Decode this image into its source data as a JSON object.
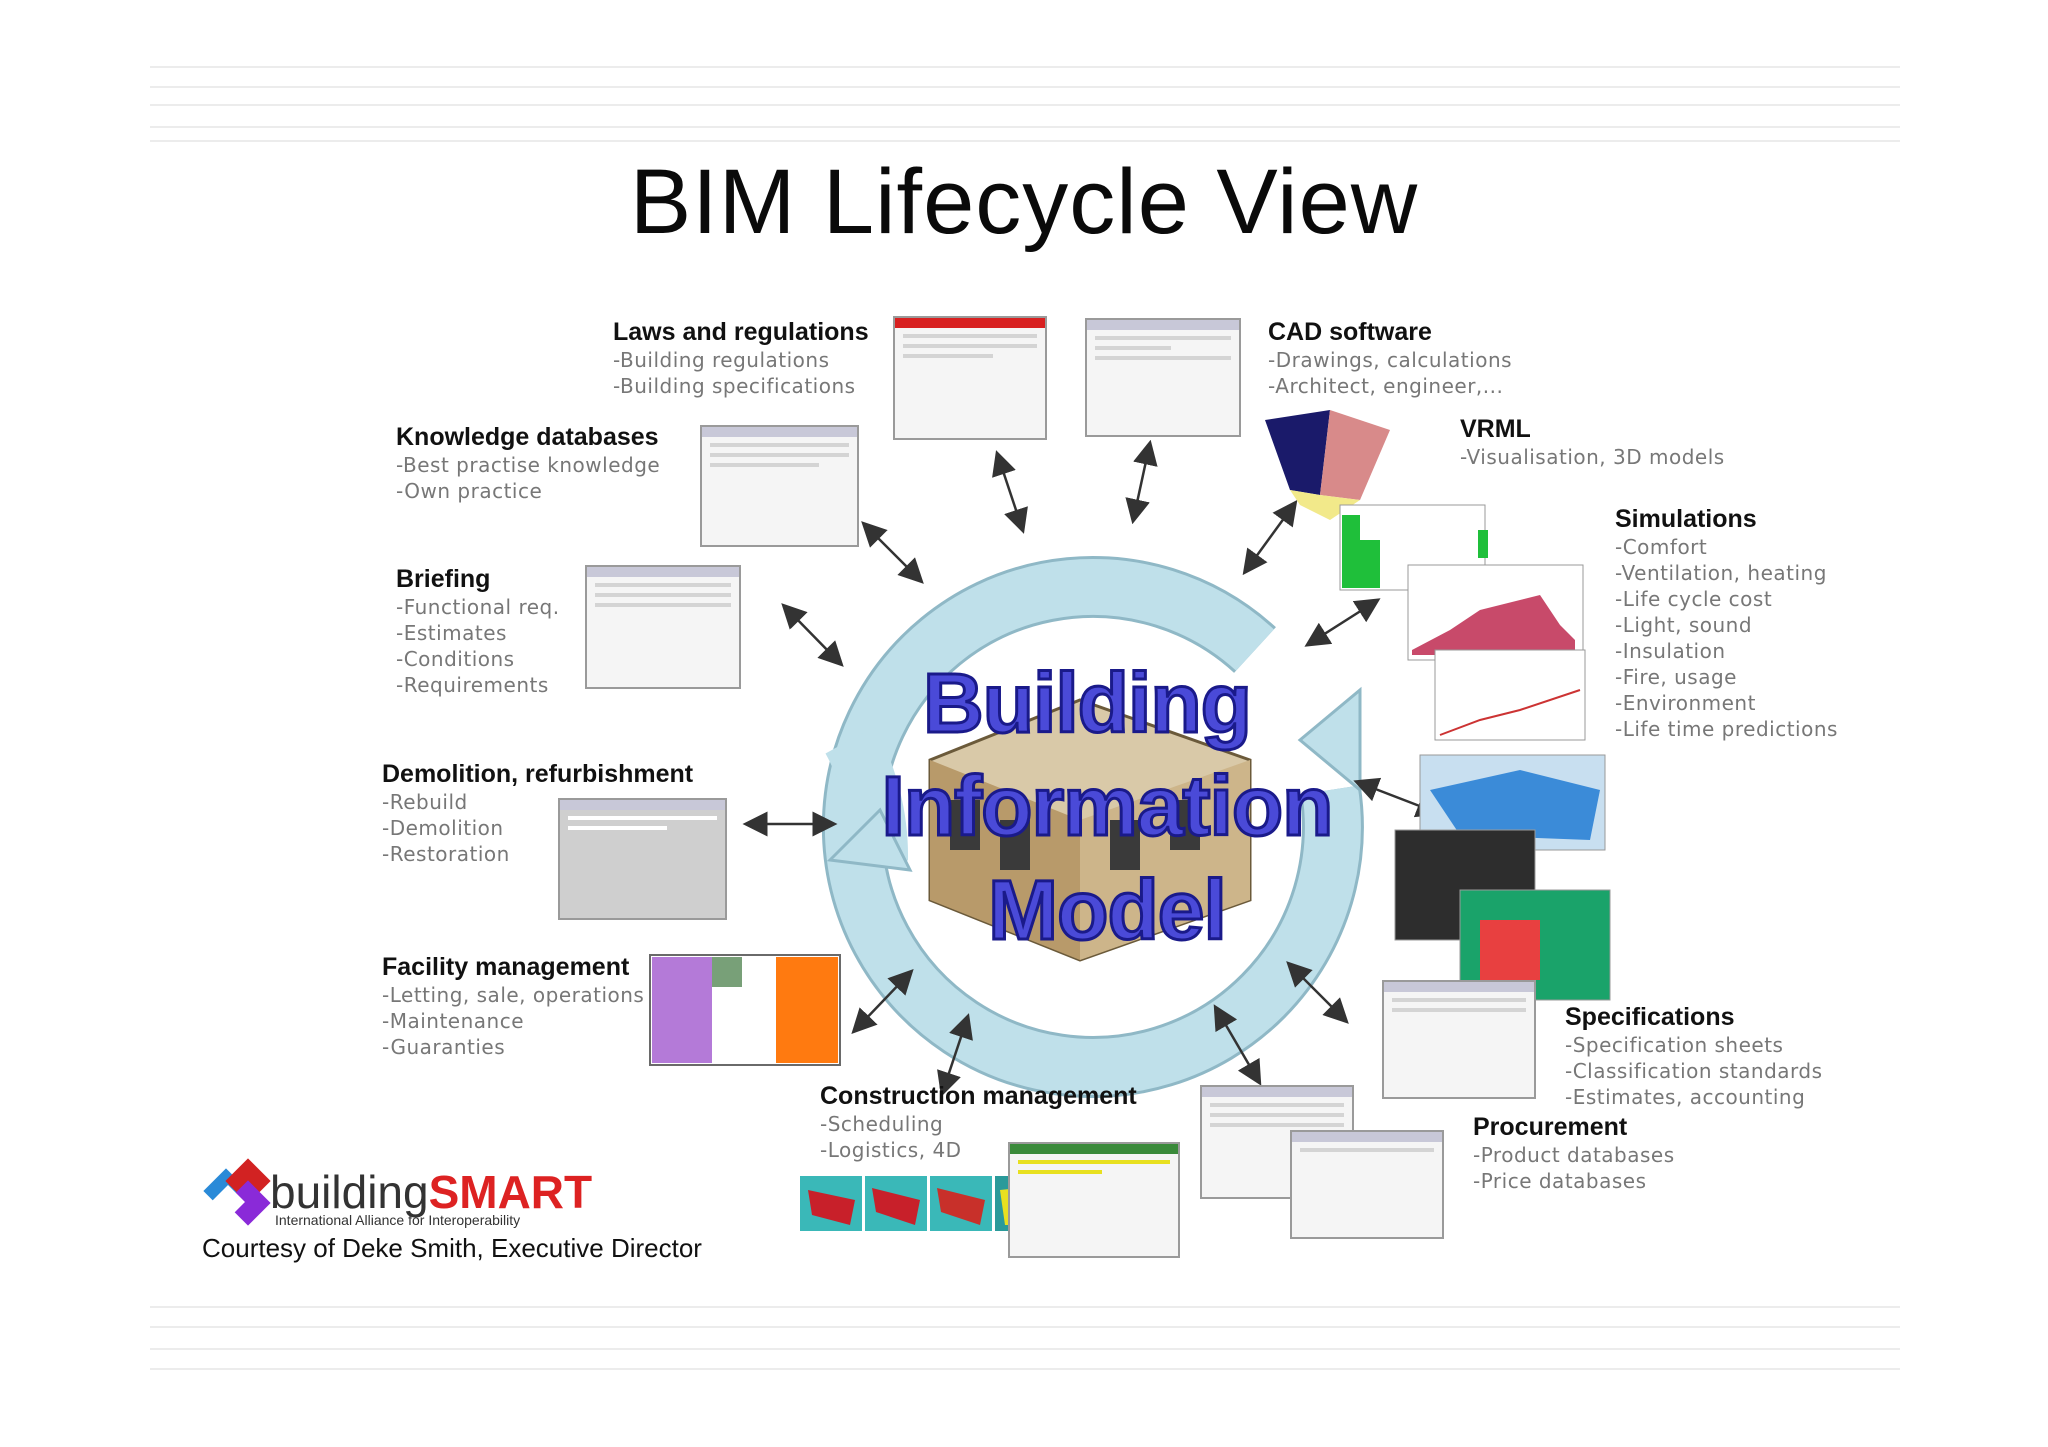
{
  "title": "BIM Lifecycle View",
  "center": {
    "line1": "Building",
    "line2": "Information",
    "line3": "Model"
  },
  "groups": {
    "laws": {
      "heading": "Laws and regulations",
      "items": [
        "-Building regulations",
        "-Building specifications"
      ]
    },
    "cad": {
      "heading": "CAD software",
      "items": [
        "-Drawings, calculations",
        "-Architect, engineer,..."
      ]
    },
    "vrml": {
      "heading": "VRML",
      "items": [
        "-Visualisation, 3D models"
      ]
    },
    "knowledge": {
      "heading": "Knowledge databases",
      "items": [
        "-Best practise knowledge",
        "-Own practice"
      ]
    },
    "simulations": {
      "heading": "Simulations",
      "items": [
        "-Comfort",
        "-Ventilation, heating",
        "-Life cycle cost",
        "-Light, sound",
        "-Insulation",
        "-Fire, usage",
        "-Environment",
        "-Life time predictions"
      ]
    },
    "briefing": {
      "heading": "Briefing",
      "items": [
        "-Functional req.",
        "-Estimates",
        "-Conditions",
        "-Requirements"
      ]
    },
    "demolition": {
      "heading": "Demolition, refurbishment",
      "items": [
        "-Rebuild",
        "-Demolition",
        "-Restoration"
      ]
    },
    "facility": {
      "heading": "Facility management",
      "items": [
        "-Letting, sale, operations",
        "-Maintenance",
        "-Guaranties"
      ]
    },
    "specifications": {
      "heading": "Specifications",
      "items": [
        "-Specification sheets",
        "-Classification standards",
        "-Estimates, accounting"
      ]
    },
    "construction": {
      "heading": "Construction management",
      "items": [
        "-Scheduling",
        "-Logistics, 4D"
      ]
    },
    "procurement": {
      "heading": "Procurement",
      "items": [
        "-Product databases",
        "-Price databases"
      ]
    }
  },
  "logo": {
    "name_part1": "building",
    "name_part2": "SMART",
    "tagline": "International Alliance for Interoperability"
  },
  "courtesy": "Courtesy of Deke Smith, Executive Director",
  "colors": {
    "cycle": "#bfe0ea",
    "cycle_edge": "#8fb8c6",
    "bim_text": "#4a4ad8",
    "logo_red": "#d22222"
  }
}
